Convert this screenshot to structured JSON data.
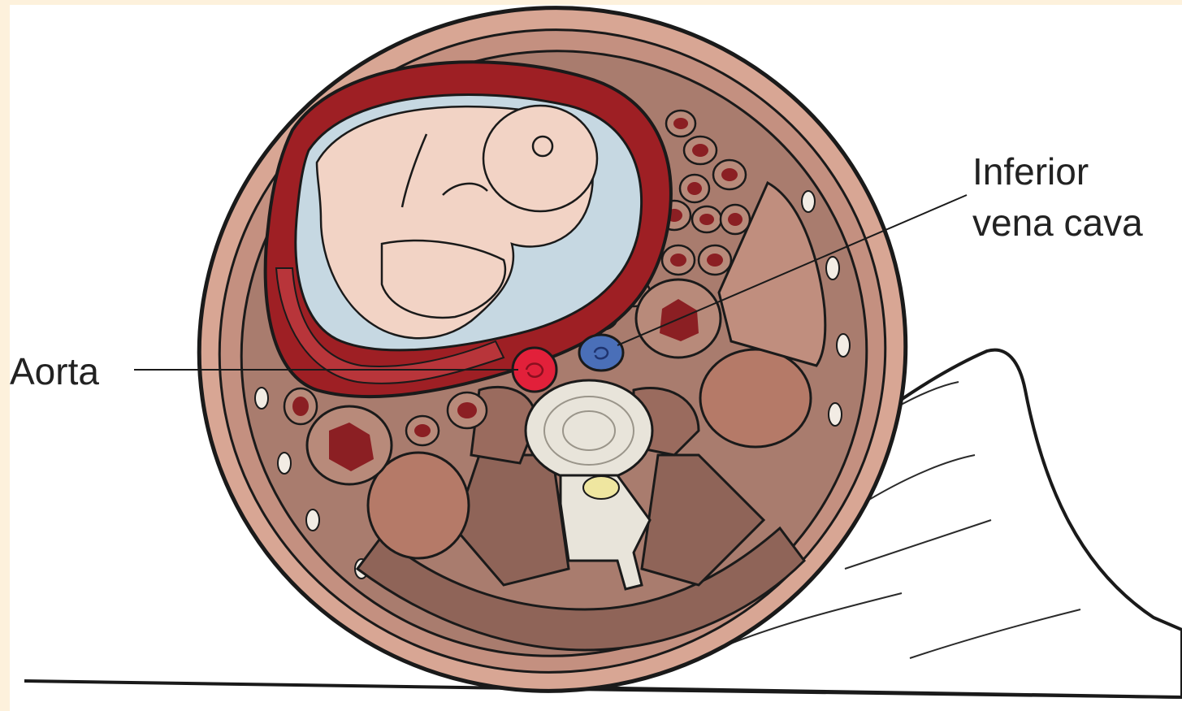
{
  "labels": {
    "aorta": "Aorta",
    "ivc_line1": "Inferior",
    "ivc_line2": "vena cava"
  },
  "colors": {
    "background": "#ffffff",
    "frame": "#fdf1dc",
    "skin": "#d8a694",
    "body_tissue": "#a97c6e",
    "muscle": "#8f6458",
    "uterus_wall": "#9e1f24",
    "fetus": "#f2d3c5",
    "amniotic_fluid": "#c6d8e2",
    "aorta": "#e2203a",
    "vena_cava": "#4a6fb8",
    "vertebra": "#e8e4da",
    "pillow": "#ffffff",
    "outline": "#1a1a1a"
  }
}
